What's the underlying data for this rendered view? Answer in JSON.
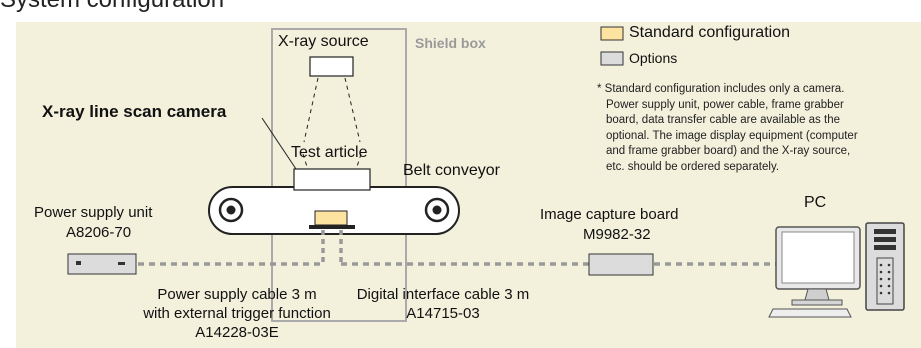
{
  "title": "System configuration",
  "shield_box": "Shield box",
  "xray_source": "X-ray source",
  "camera": "X-ray line scan camera",
  "test_article": "Test article",
  "belt_conveyor": "Belt conveyor",
  "legend": {
    "standard": "Standard configuration",
    "options": "Options",
    "standard_color": "#fde3a0",
    "options_color": "#dcdcdc"
  },
  "note_lines": [
    "* Standard configuration includes only a camera.",
    "Power supply unit, power cable, frame grabber",
    "board, data transfer cable are available as the",
    "optional. The image display equipment (computer",
    "and frame grabber board) and the X-ray source,",
    "etc. should be ordered separately."
  ],
  "power_supply": {
    "line1": "Power supply unit",
    "line2": "A8206-70"
  },
  "image_capture": {
    "line1": "Image capture board",
    "line2": "M9982-32"
  },
  "pc": "PC",
  "power_cable": {
    "line1": "Power supply cable 3 m",
    "line2": "with external trigger function",
    "line3": "A14228-03E"
  },
  "digital_cable": {
    "line1": "Digital interface cable 3 m",
    "line2": "A14715-03"
  },
  "colors": {
    "background": "#f3f0dc",
    "shield": "#aaaaaa",
    "cable": "#999999",
    "shield_label": "#9a9a9a"
  }
}
